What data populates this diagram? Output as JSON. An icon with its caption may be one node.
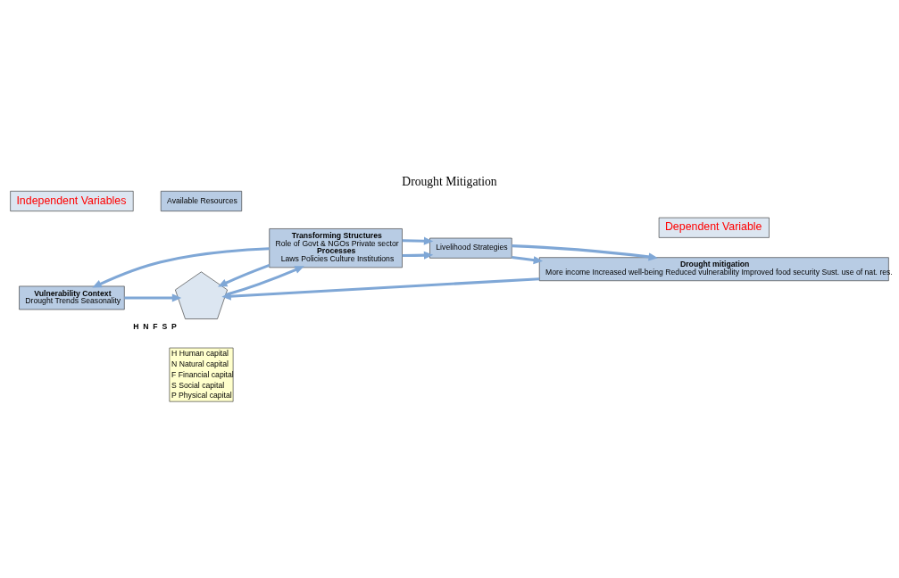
{
  "diagram": {
    "title": "Drought Mitigation",
    "nodes": [
      {
        "text": [
          "Independent Variables"
        ]
      },
      {
        "text": [
          "Dependent Variable"
        ]
      },
      {
        "text": [
          "Available Resources"
        ]
      },
      {
        "text": [
          "Vulnerability Context",
          "Drought Trends Seasonality"
        ]
      },
      {
        "text": [],
        "shape": "pentagon",
        "beside": [
          "H",
          "N",
          "F",
          "S",
          "P"
        ]
      },
      {
        "text": [
          "Transforming Structures",
          "Role of Govt & NGOs Private sector",
          "Processes",
          "Laws Policies Culture Institutions"
        ]
      },
      {
        "text": [
          "Livelihood Strategies"
        ]
      },
      {
        "text": [
          "Drought mitigation",
          "More income Increased well-being Reduced vulnerability Improved food security Sust. use of nat. res."
        ]
      }
    ],
    "edges": [
      {
        "from": 5,
        "to": 3,
        "arrow": "to"
      },
      {
        "from": 3,
        "to": 4,
        "arrow": "to"
      },
      {
        "from": 4,
        "to": 5,
        "arrow": "to"
      },
      {
        "from": 5,
        "to": 4,
        "arrow": "to"
      },
      {
        "from": 5,
        "to": 6,
        "arrow": "to"
      },
      {
        "from": 5,
        "to": 6,
        "arrow": "to"
      },
      {
        "from": 6,
        "to": 7,
        "arrow": "to"
      },
      {
        "from": 6,
        "to": 7,
        "arrow": "to"
      },
      {
        "from": 7,
        "to": 4,
        "arrow": "to"
      }
    ],
    "legend": [
      {
        "text": "H Human capital"
      },
      {
        "text": "N Natural capital"
      },
      {
        "text": "F Financial capital"
      },
      {
        "text": "S Social capital"
      },
      {
        "text": "P Physical capital"
      }
    ]
  }
}
